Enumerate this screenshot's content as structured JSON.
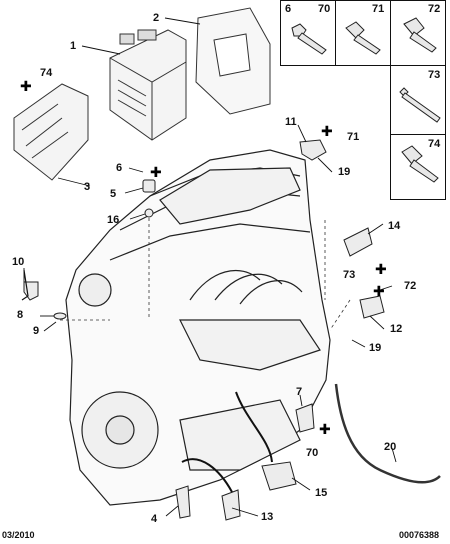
{
  "footer": {
    "date": "03/2010",
    "ref": "00076388"
  },
  "inset": {
    "labels": [
      "6",
      "70",
      "71",
      "72",
      "73",
      "74"
    ]
  },
  "callouts": {
    "c1": "1",
    "c2": "2",
    "c3": "3",
    "c4": "4",
    "c5": "5",
    "c6": "6",
    "c7": "7",
    "c8": "8",
    "c9": "9",
    "c10": "10",
    "c11": "11",
    "c12": "12",
    "c13": "13",
    "c14": "14",
    "c15": "15",
    "c16": "16",
    "c19a": "19",
    "c19b": "19",
    "c20": "20",
    "c70": "70",
    "c71": "71",
    "c72": "72",
    "c73": "73",
    "c74": "74"
  }
}
